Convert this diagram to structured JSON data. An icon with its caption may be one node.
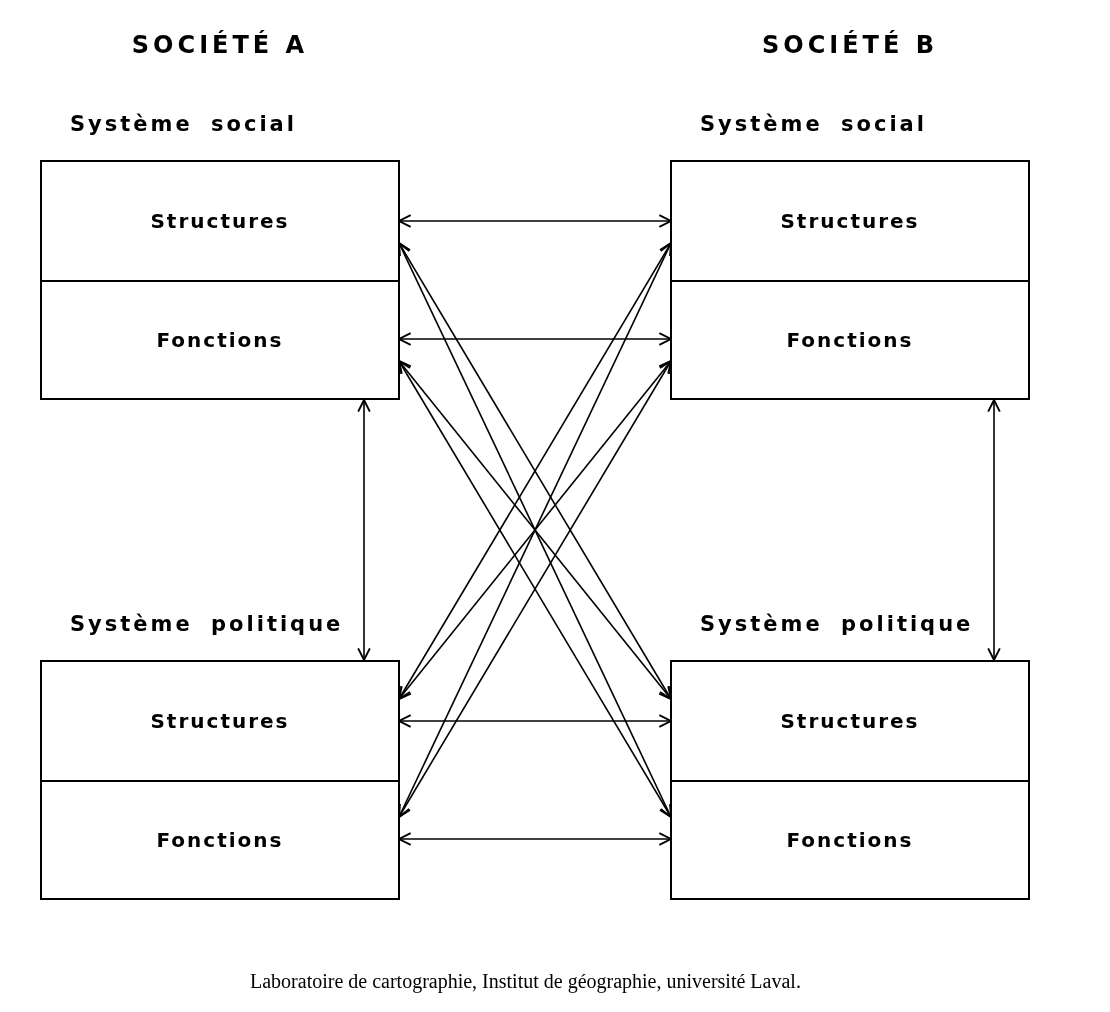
{
  "diagram": {
    "caption": "Laboratoire de cartographie, Institut de géographie, université Laval.",
    "nodes": [
      {
        "text": [
          "Système social"
        ]
      },
      {
        "text": [
          "Structures"
        ],
        "in": 0
      },
      {
        "text": [
          "Fonctions"
        ],
        "in": 0
      },
      {
        "text": [
          "Système social"
        ]
      },
      {
        "text": [
          "Structures"
        ],
        "in": 3
      },
      {
        "text": [
          "Fonctions"
        ],
        "in": 3
      },
      {
        "text": [
          "Système politique"
        ]
      },
      {
        "text": [
          "Structures"
        ],
        "in": 6
      },
      {
        "text": [
          "Fonctions"
        ],
        "in": 6
      },
      {
        "text": [
          "Système politique"
        ]
      },
      {
        "text": [
          "Structures"
        ],
        "in": 9
      },
      {
        "text": [
          "Fonctions"
        ],
        "in": 9
      }
    ],
    "edges": [
      {
        "from": 1,
        "to": 4,
        "arrow": "both"
      },
      {
        "from": 2,
        "to": 5,
        "arrow": "both"
      },
      {
        "from": 7,
        "to": 10,
        "arrow": "both"
      },
      {
        "from": 8,
        "to": 11,
        "arrow": "both"
      },
      {
        "from": 0,
        "to": 6,
        "arrow": "both"
      },
      {
        "from": 3,
        "to": 9,
        "arrow": "both"
      },
      {
        "from": 1,
        "to": 10,
        "arrow": "both"
      },
      {
        "from": 1,
        "to": 11,
        "arrow": "both"
      },
      {
        "from": 2,
        "to": 10,
        "arrow": "both"
      },
      {
        "from": 2,
        "to": 11,
        "arrow": "both"
      },
      {
        "from": 4,
        "to": 7,
        "arrow": "both"
      },
      {
        "from": 4,
        "to": 8,
        "arrow": "both"
      },
      {
        "from": 5,
        "to": 7,
        "arrow": "both"
      },
      {
        "from": 5,
        "to": 8,
        "arrow": "both"
      }
    ],
    "labels": [
      "SOCIÉTÉ A",
      "SOCIÉTÉ B"
    ]
  }
}
